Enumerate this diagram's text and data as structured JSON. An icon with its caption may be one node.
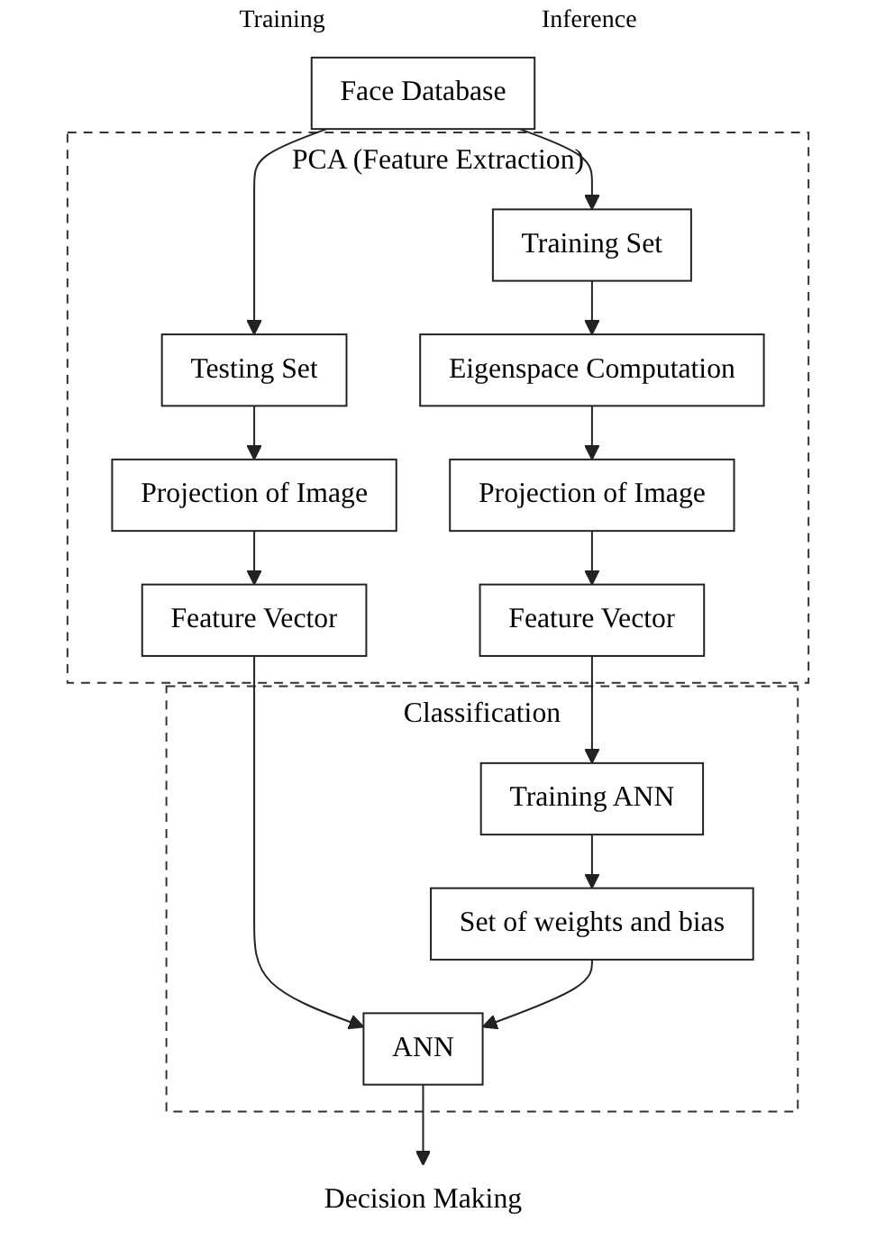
{
  "diagram": {
    "nodes": [
      {
        "text": [
          "Face Database"
        ]
      },
      {
        "text": [
          "PCA (Feature Extraction)"
        ]
      },
      {
        "text": [
          "Training Set"
        ],
        "in": 1
      },
      {
        "text": [
          "Testing Set"
        ],
        "in": 1
      },
      {
        "text": [
          "Eigenspace Computation"
        ],
        "in": 1
      },
      {
        "text": [
          "Projection of Image"
        ],
        "in": 1
      },
      {
        "text": [
          "Projection of Image"
        ],
        "in": 1
      },
      {
        "text": [
          "Feature Vector"
        ],
        "in": 1
      },
      {
        "text": [
          "Feature Vector"
        ],
        "in": 1
      },
      {
        "text": [
          "Classification"
        ]
      },
      {
        "text": [
          "Training ANN"
        ],
        "in": 9
      },
      {
        "text": [
          "Set of weights and bias"
        ],
        "in": 9
      },
      {
        "text": [
          "ANN"
        ],
        "in": 9
      },
      {
        "text": [
          "Decision Making"
        ]
      }
    ],
    "edges": [
      {
        "from": 0,
        "to": 2,
        "arrow": "to"
      },
      {
        "from": 0,
        "to": 3,
        "arrow": "to"
      },
      {
        "from": 2,
        "to": 4,
        "arrow": "to"
      },
      {
        "from": 4,
        "to": 5,
        "arrow": "to"
      },
      {
        "from": 5,
        "to": 7,
        "arrow": "to"
      },
      {
        "from": 3,
        "to": 6,
        "arrow": "to"
      },
      {
        "from": 6,
        "to": 8,
        "arrow": "to"
      },
      {
        "from": 7,
        "to": 10,
        "arrow": "to"
      },
      {
        "from": 10,
        "to": 11,
        "arrow": "to"
      },
      {
        "from": 8,
        "to": 12,
        "arrow": "to"
      },
      {
        "from": 11,
        "to": 12,
        "arrow": "to"
      },
      {
        "from": 12,
        "to": 13,
        "arrow": "to"
      }
    ],
    "labels": [
      "Training",
      "Inference"
    ]
  }
}
